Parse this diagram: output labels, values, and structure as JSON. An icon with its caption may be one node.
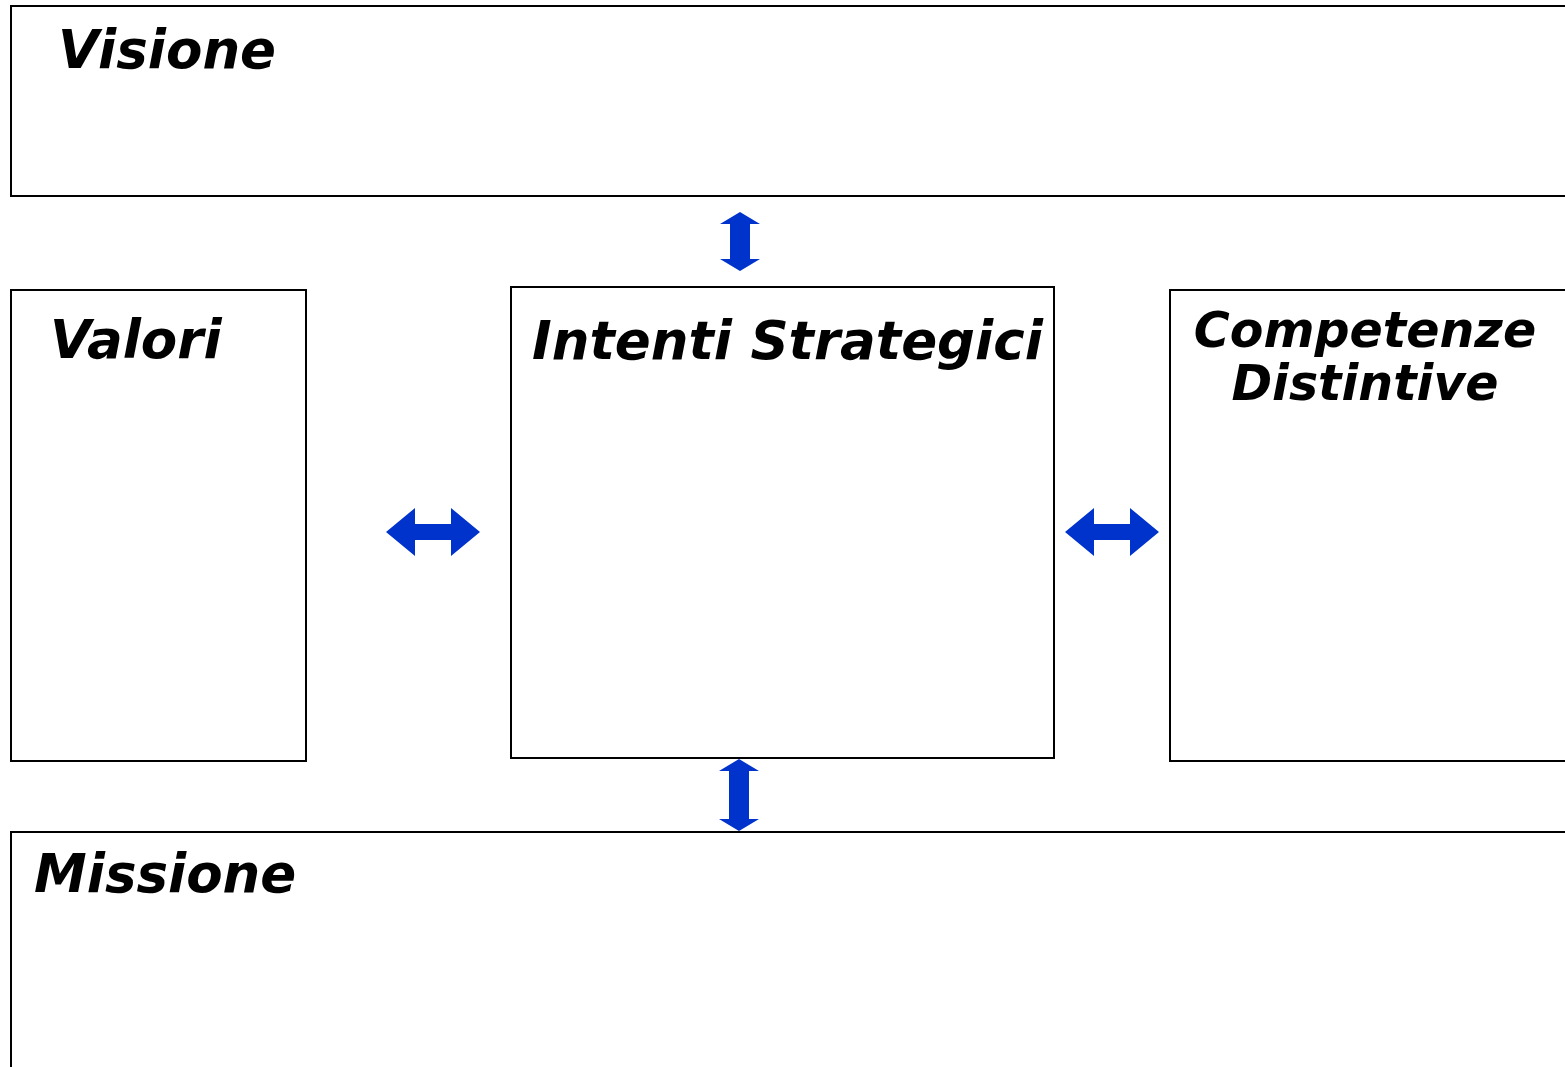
{
  "diagram": {
    "nodes": [
      {
        "text": [
          "Visione"
        ]
      },
      {
        "text": [
          "Valori"
        ]
      },
      {
        "text": [
          "Intenti Strategici"
        ]
      },
      {
        "text": [
          "Competenze Distintive"
        ]
      },
      {
        "text": [
          "Missione"
        ]
      }
    ],
    "edges": [
      {
        "from": 2,
        "to": 0,
        "arrow": "both"
      },
      {
        "from": 1,
        "to": 2,
        "arrow": "both"
      },
      {
        "from": 2,
        "to": 3,
        "arrow": "both"
      },
      {
        "from": 2,
        "to": 4,
        "arrow": "both"
      }
    ]
  }
}
